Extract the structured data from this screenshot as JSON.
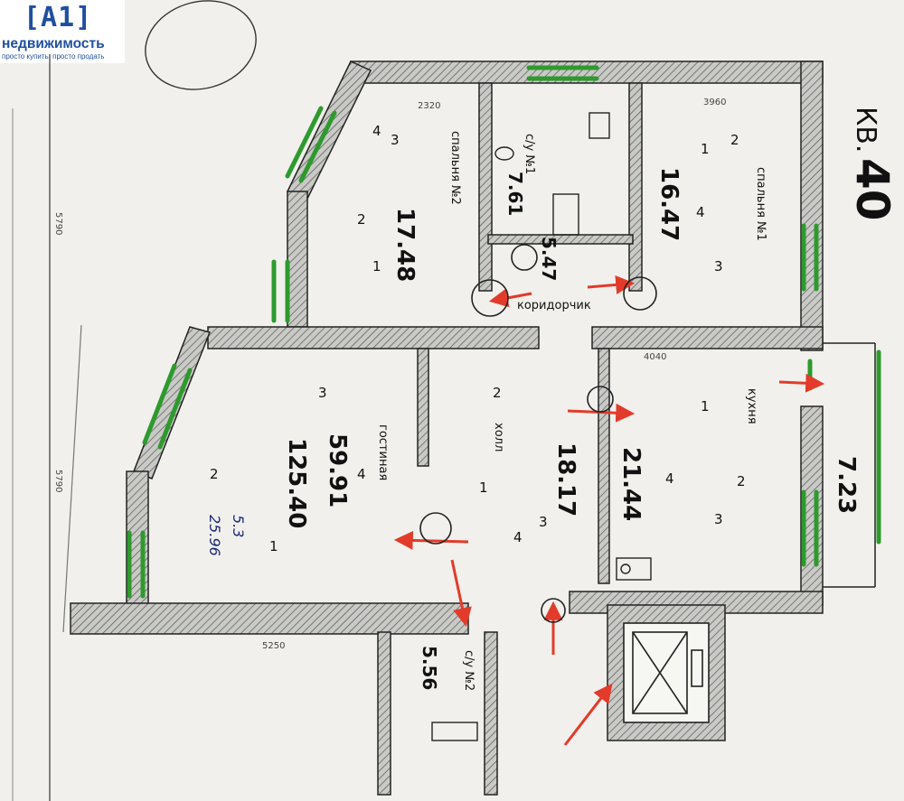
{
  "logo": {
    "mark": "[A1]",
    "name": "недвижимость",
    "tagline": "просто купить, просто продать"
  },
  "apartment": {
    "label": "КВ.",
    "number": "40"
  },
  "total_area": "125.40",
  "rooms": [
    {
      "name": "спальня №1",
      "area": "16.47"
    },
    {
      "name": "спальня №2",
      "area": "17.48"
    },
    {
      "name": "с/у №1",
      "area": "7.61"
    },
    {
      "name": "коридорчик",
      "area": "5.47"
    },
    {
      "name": "гостиная",
      "area": "59.91"
    },
    {
      "name": "холл",
      "area": "18.17"
    },
    {
      "name": "кухня",
      "area": "21.44"
    },
    {
      "name": "с/у №2",
      "area": "5.56"
    },
    {
      "name": "",
      "area": "7.23"
    }
  ],
  "markers": [
    "1",
    "2",
    "3",
    "4"
  ],
  "dimensions": [
    "5790",
    "5790",
    "5250",
    "4040",
    "2320",
    "3960"
  ],
  "handwritten": [
    "25.96",
    "5.3"
  ],
  "colors": {
    "wall": "#8a8a8a",
    "window": "#2e9a2e",
    "arrow": "#e23b2b",
    "ink": "#111111",
    "pen": "#1d2a7a",
    "brand": "#1f4f9e"
  }
}
